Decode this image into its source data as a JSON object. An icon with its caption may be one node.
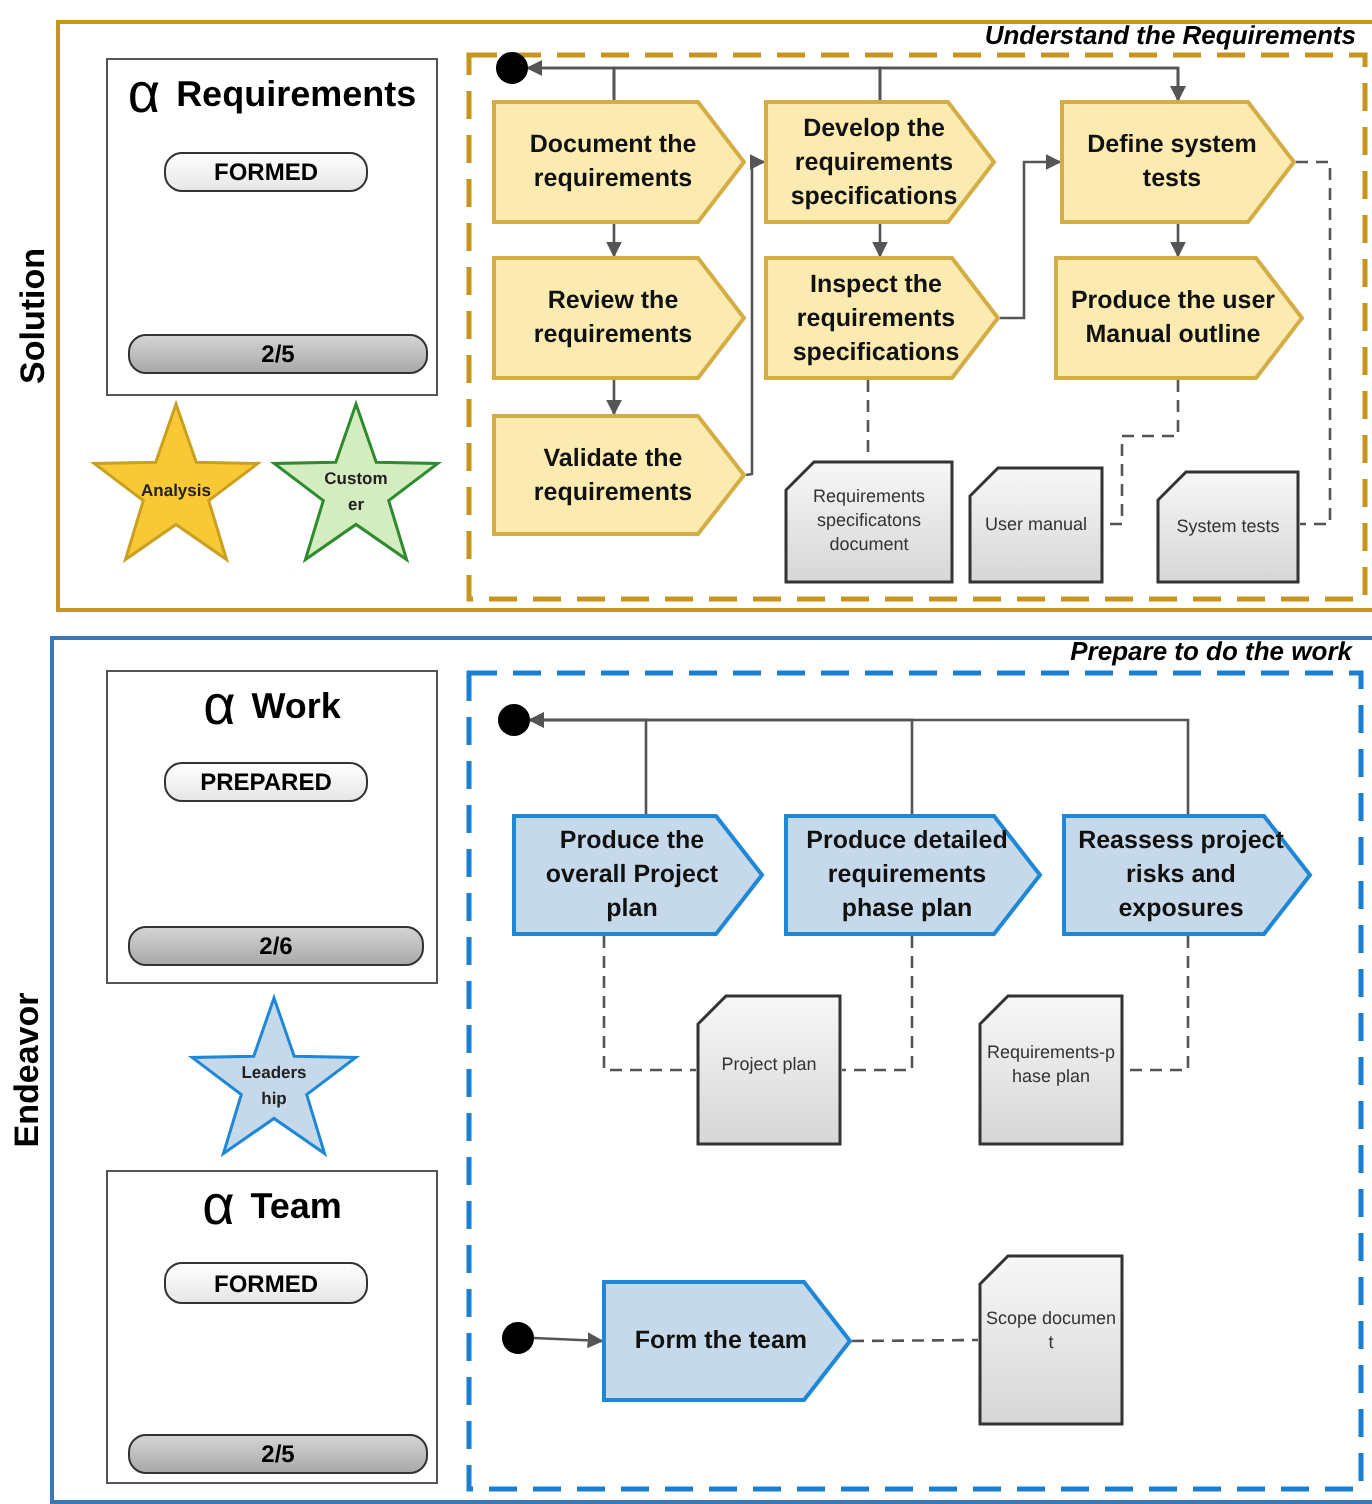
{
  "diagram": {
    "nodes": [
      {
        "text": [
          "Solution"
        ]
      },
      {
        "text": [
          "α",
          "Requirements"
        ],
        "in": 0
      },
      {
        "text": [
          "FORMED"
        ],
        "in": 1
      },
      {
        "text": [
          "2/5"
        ],
        "in": 1
      },
      {
        "text": [
          "Analysis"
        ],
        "in": 0
      },
      {
        "text": [
          "Customer"
        ],
        "in": 0
      },
      {
        "text": [
          "Understand the Requirements"
        ],
        "in": 0
      },
      {
        "text": [],
        "shape": "circle",
        "in": 6
      },
      {
        "text": [
          "Document the requirements"
        ],
        "in": 6
      },
      {
        "text": [
          "Review the requirements"
        ],
        "in": 6
      },
      {
        "text": [
          "Validate the requirements"
        ],
        "in": 6
      },
      {
        "text": [
          "Develop the requirements specifications"
        ],
        "in": 6
      },
      {
        "text": [
          "Inspect the requirements specifications"
        ],
        "in": 6
      },
      {
        "text": [
          "Define system tests"
        ],
        "in": 6
      },
      {
        "text": [
          "Produce the user Manual outline"
        ],
        "in": 6
      },
      {
        "text": [
          "Requirements specificatons document"
        ],
        "in": 6
      },
      {
        "text": [
          "User manual"
        ],
        "in": 6
      },
      {
        "text": [
          "System tests"
        ],
        "in": 6
      },
      {
        "text": [
          "Endeavor"
        ]
      },
      {
        "text": [
          "α",
          "Work"
        ],
        "in": 18
      },
      {
        "text": [
          "PREPARED"
        ],
        "in": 19
      },
      {
        "text": [
          "2/6"
        ],
        "in": 19
      },
      {
        "text": [
          "Leadership"
        ],
        "in": 18
      },
      {
        "text": [
          "α",
          "Team"
        ],
        "in": 18
      },
      {
        "text": [
          "FORMED"
        ],
        "in": 23
      },
      {
        "text": [
          "2/5"
        ],
        "in": 23
      },
      {
        "text": [
          "Prepare to do the work"
        ],
        "in": 18
      },
      {
        "text": [],
        "shape": "circle",
        "in": 26
      },
      {
        "text": [
          "Produce the overall Project plan"
        ],
        "in": 26
      },
      {
        "text": [
          "Produce detailed requirements phase plan"
        ],
        "in": 26
      },
      {
        "text": [
          "Reassess project risks and exposures"
        ],
        "in": 26
      },
      {
        "text": [
          "Project plan"
        ],
        "in": 26
      },
      {
        "text": [
          "Requirements-phase plan"
        ],
        "in": 26
      },
      {
        "text": [],
        "shape": "circle",
        "in": 26
      },
      {
        "text": [
          "Form the team"
        ],
        "in": 26
      },
      {
        "text": [
          "Scope document"
        ],
        "in": 26
      }
    ],
    "edges": [
      {
        "from": 8,
        "to": 7,
        "arrow": "to"
      },
      {
        "from": 8,
        "to": 13,
        "arrow": "to"
      },
      {
        "from": 11,
        "to": 7,
        "arrow": "to"
      },
      {
        "from": 11,
        "to": 13,
        "arrow": "to"
      },
      {
        "from": 8,
        "to": 9,
        "arrow": "to"
      },
      {
        "from": 9,
        "to": 10,
        "arrow": "to"
      },
      {
        "from": 10,
        "to": 11,
        "arrow": "to"
      },
      {
        "from": 11,
        "to": 12,
        "arrow": "to"
      },
      {
        "from": 12,
        "to": 13,
        "arrow": "to"
      },
      {
        "from": 13,
        "to": 14,
        "arrow": "to"
      },
      {
        "from": 12,
        "to": 15,
        "arrow": "none",
        "style": "dashed"
      },
      {
        "from": 14,
        "to": 16,
        "arrow": "none",
        "style": "dashed"
      },
      {
        "from": 13,
        "to": 17,
        "arrow": "none",
        "style": "dashed"
      },
      {
        "from": 28,
        "to": 27,
        "arrow": "to"
      },
      {
        "from": 29,
        "to": 27,
        "arrow": "to"
      },
      {
        "from": 30,
        "to": 27,
        "arrow": "to"
      },
      {
        "from": 28,
        "to": 31,
        "arrow": "none",
        "style": "dashed"
      },
      {
        "from": 29,
        "to": 31,
        "arrow": "none",
        "style": "dashed"
      },
      {
        "from": 30,
        "to": 32,
        "arrow": "none",
        "style": "dashed"
      },
      {
        "from": 33,
        "to": 34,
        "arrow": "to"
      },
      {
        "from": 34,
        "to": 35,
        "arrow": "none",
        "style": "dashed"
      }
    ]
  }
}
